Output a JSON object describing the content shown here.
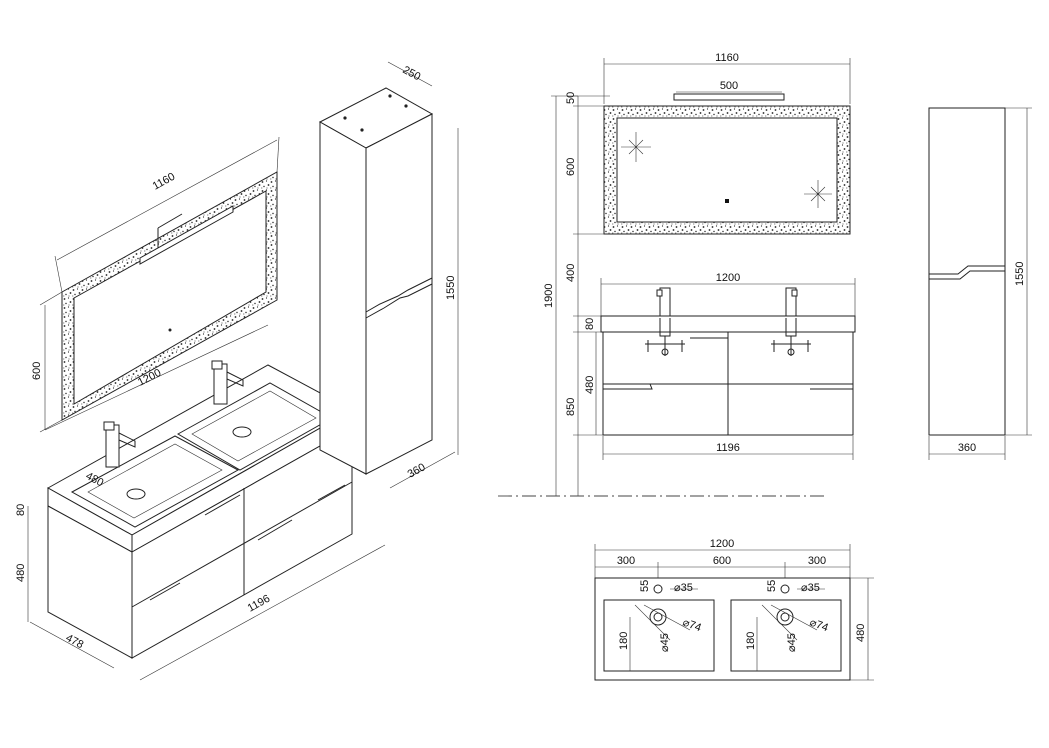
{
  "colors": {
    "line": "#222222",
    "background": "#ffffff"
  },
  "iso_view": {
    "mirror_width": "1160",
    "mirror_height": "600",
    "basin_width": "1200",
    "counter_thickness": "80",
    "basin_depth": "480",
    "drawer_height": "480",
    "cabinet_width": "1196",
    "cabinet_depth": "478",
    "column_top": "250",
    "column_height": "1550",
    "column_depth": "360"
  },
  "front_view": {
    "mirror_width": "1160",
    "lamp_width": "500",
    "lamp_gap": "50",
    "mirror_height": "600",
    "gap_to_basin": "400",
    "total_height": "1900",
    "basin_width": "1200",
    "counter_thickness": "80",
    "cabinet_height": "480",
    "floor_to_top": "850",
    "cabinet_width": "1196"
  },
  "side_view": {
    "height": "1550",
    "width": "360"
  },
  "plan_view": {
    "total_width": "1200",
    "left_offset": "300",
    "center_spacing": "600",
    "right_offset": "300",
    "tap_offset_left": "55",
    "tap_offset_right": "55",
    "tap_hole_left": "⌀35",
    "tap_hole_right": "⌀35",
    "drain_outer_left": "⌀74",
    "drain_outer_right": "⌀74",
    "drain_inner_left": "⌀45",
    "drain_inner_right": "⌀45",
    "drain_depth_left": "180",
    "drain_depth_right": "180",
    "depth": "480"
  }
}
